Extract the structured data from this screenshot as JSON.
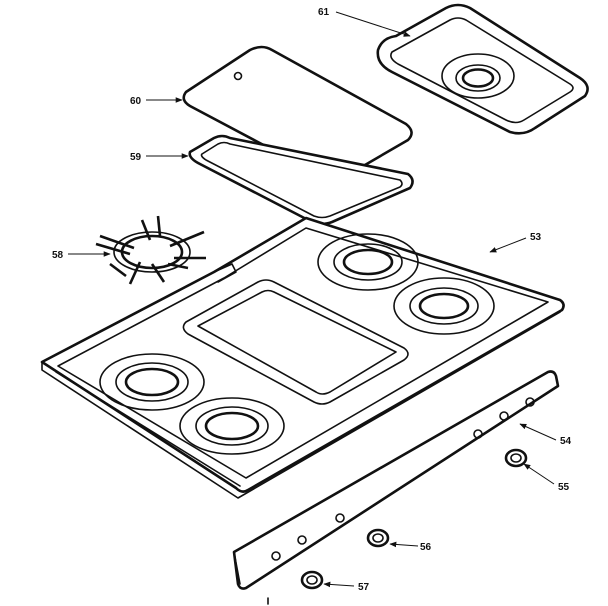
{
  "callouts": {
    "c61": "61",
    "c60": "60",
    "c59": "59",
    "c58": "58",
    "c53": "53",
    "c54": "54",
    "c55": "55",
    "c56": "56",
    "c57": "57"
  },
  "colors": {
    "ink": "#111111",
    "paper": "#ffffff"
  }
}
